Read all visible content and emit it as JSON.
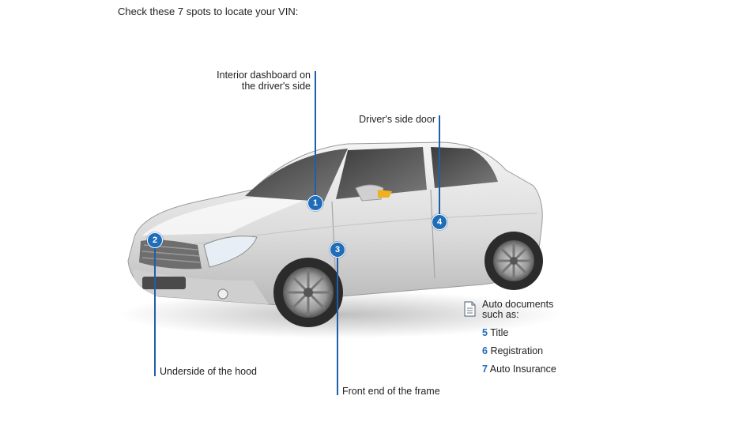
{
  "heading": "Check these 7 spots to locate your VIN:",
  "accent_color": "#1f6db8",
  "callouts": [
    {
      "number": "1",
      "label_line1": "Interior dashboard on",
      "label_line2": "the driver's side"
    },
    {
      "number": "2",
      "label": "Underside of the hood"
    },
    {
      "number": "3",
      "label": "Front end of the frame"
    },
    {
      "number": "4",
      "label": "Driver's side door"
    }
  ],
  "documents": {
    "icon": "document-icon",
    "title_line1": "Auto documents",
    "title_line2": "such as:",
    "items": [
      {
        "number": "5",
        "label": "Title"
      },
      {
        "number": "6",
        "label": "Registration"
      },
      {
        "number": "7",
        "label": "Auto Insurance"
      }
    ]
  }
}
